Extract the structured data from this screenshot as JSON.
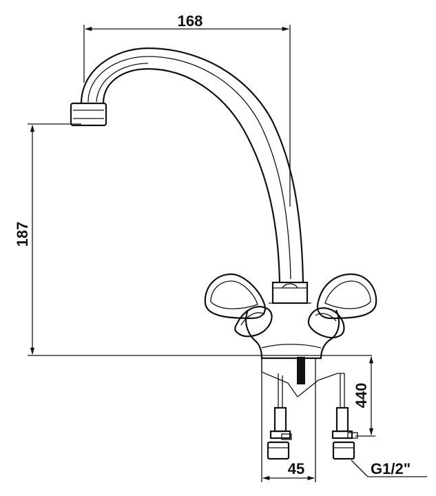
{
  "dimensions": {
    "spout_reach": "168",
    "spout_height": "187",
    "hose_length": "440",
    "hose_spacing": "45",
    "connection_thread": "G1/2\""
  }
}
